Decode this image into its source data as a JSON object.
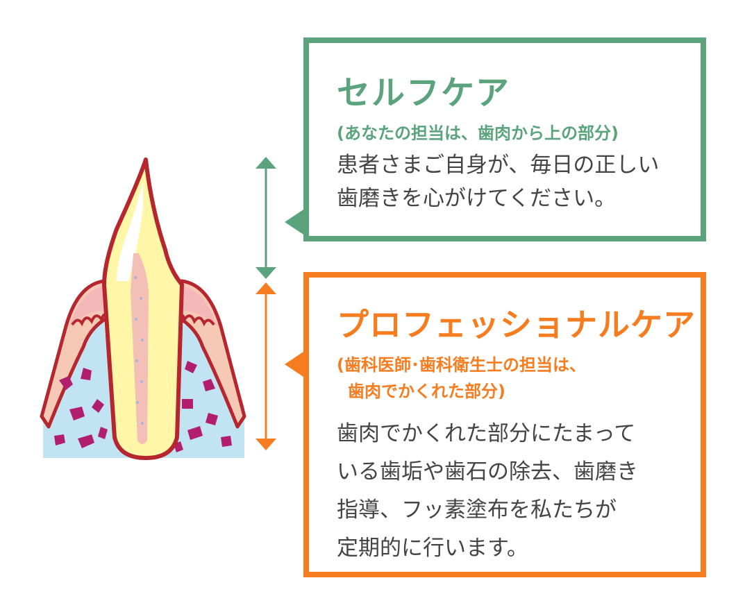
{
  "self_care": {
    "title": "セルフケア",
    "subtitle": "(あなたの担当は、歯肉から上の部分)",
    "description_lines": [
      "患者さまご自身が、毎日の正しい",
      "歯磨きを心がけてください。"
    ]
  },
  "professional_care": {
    "title": "プロフェッショナルケア",
    "subtitle_lines": [
      "(歯科医師･歯科衛生士の担当は、",
      "歯肉でかくれた部分)"
    ],
    "description_lines": [
      "歯肉でかくれた部分にたまって",
      "いる歯垢や歯石の除去、歯磨き",
      "指導、フッ素塗布を私たちが",
      "定期的に行います。"
    ]
  },
  "colors": {
    "self_care": "#5aa37d",
    "professional_care": "#f57c1f",
    "tooth_outline": "#b5262e",
    "enamel": "#fff6a8",
    "gum": "#f5b8b8",
    "bone": "#c2e4f2",
    "bone_spots": "#b21e6e"
  }
}
